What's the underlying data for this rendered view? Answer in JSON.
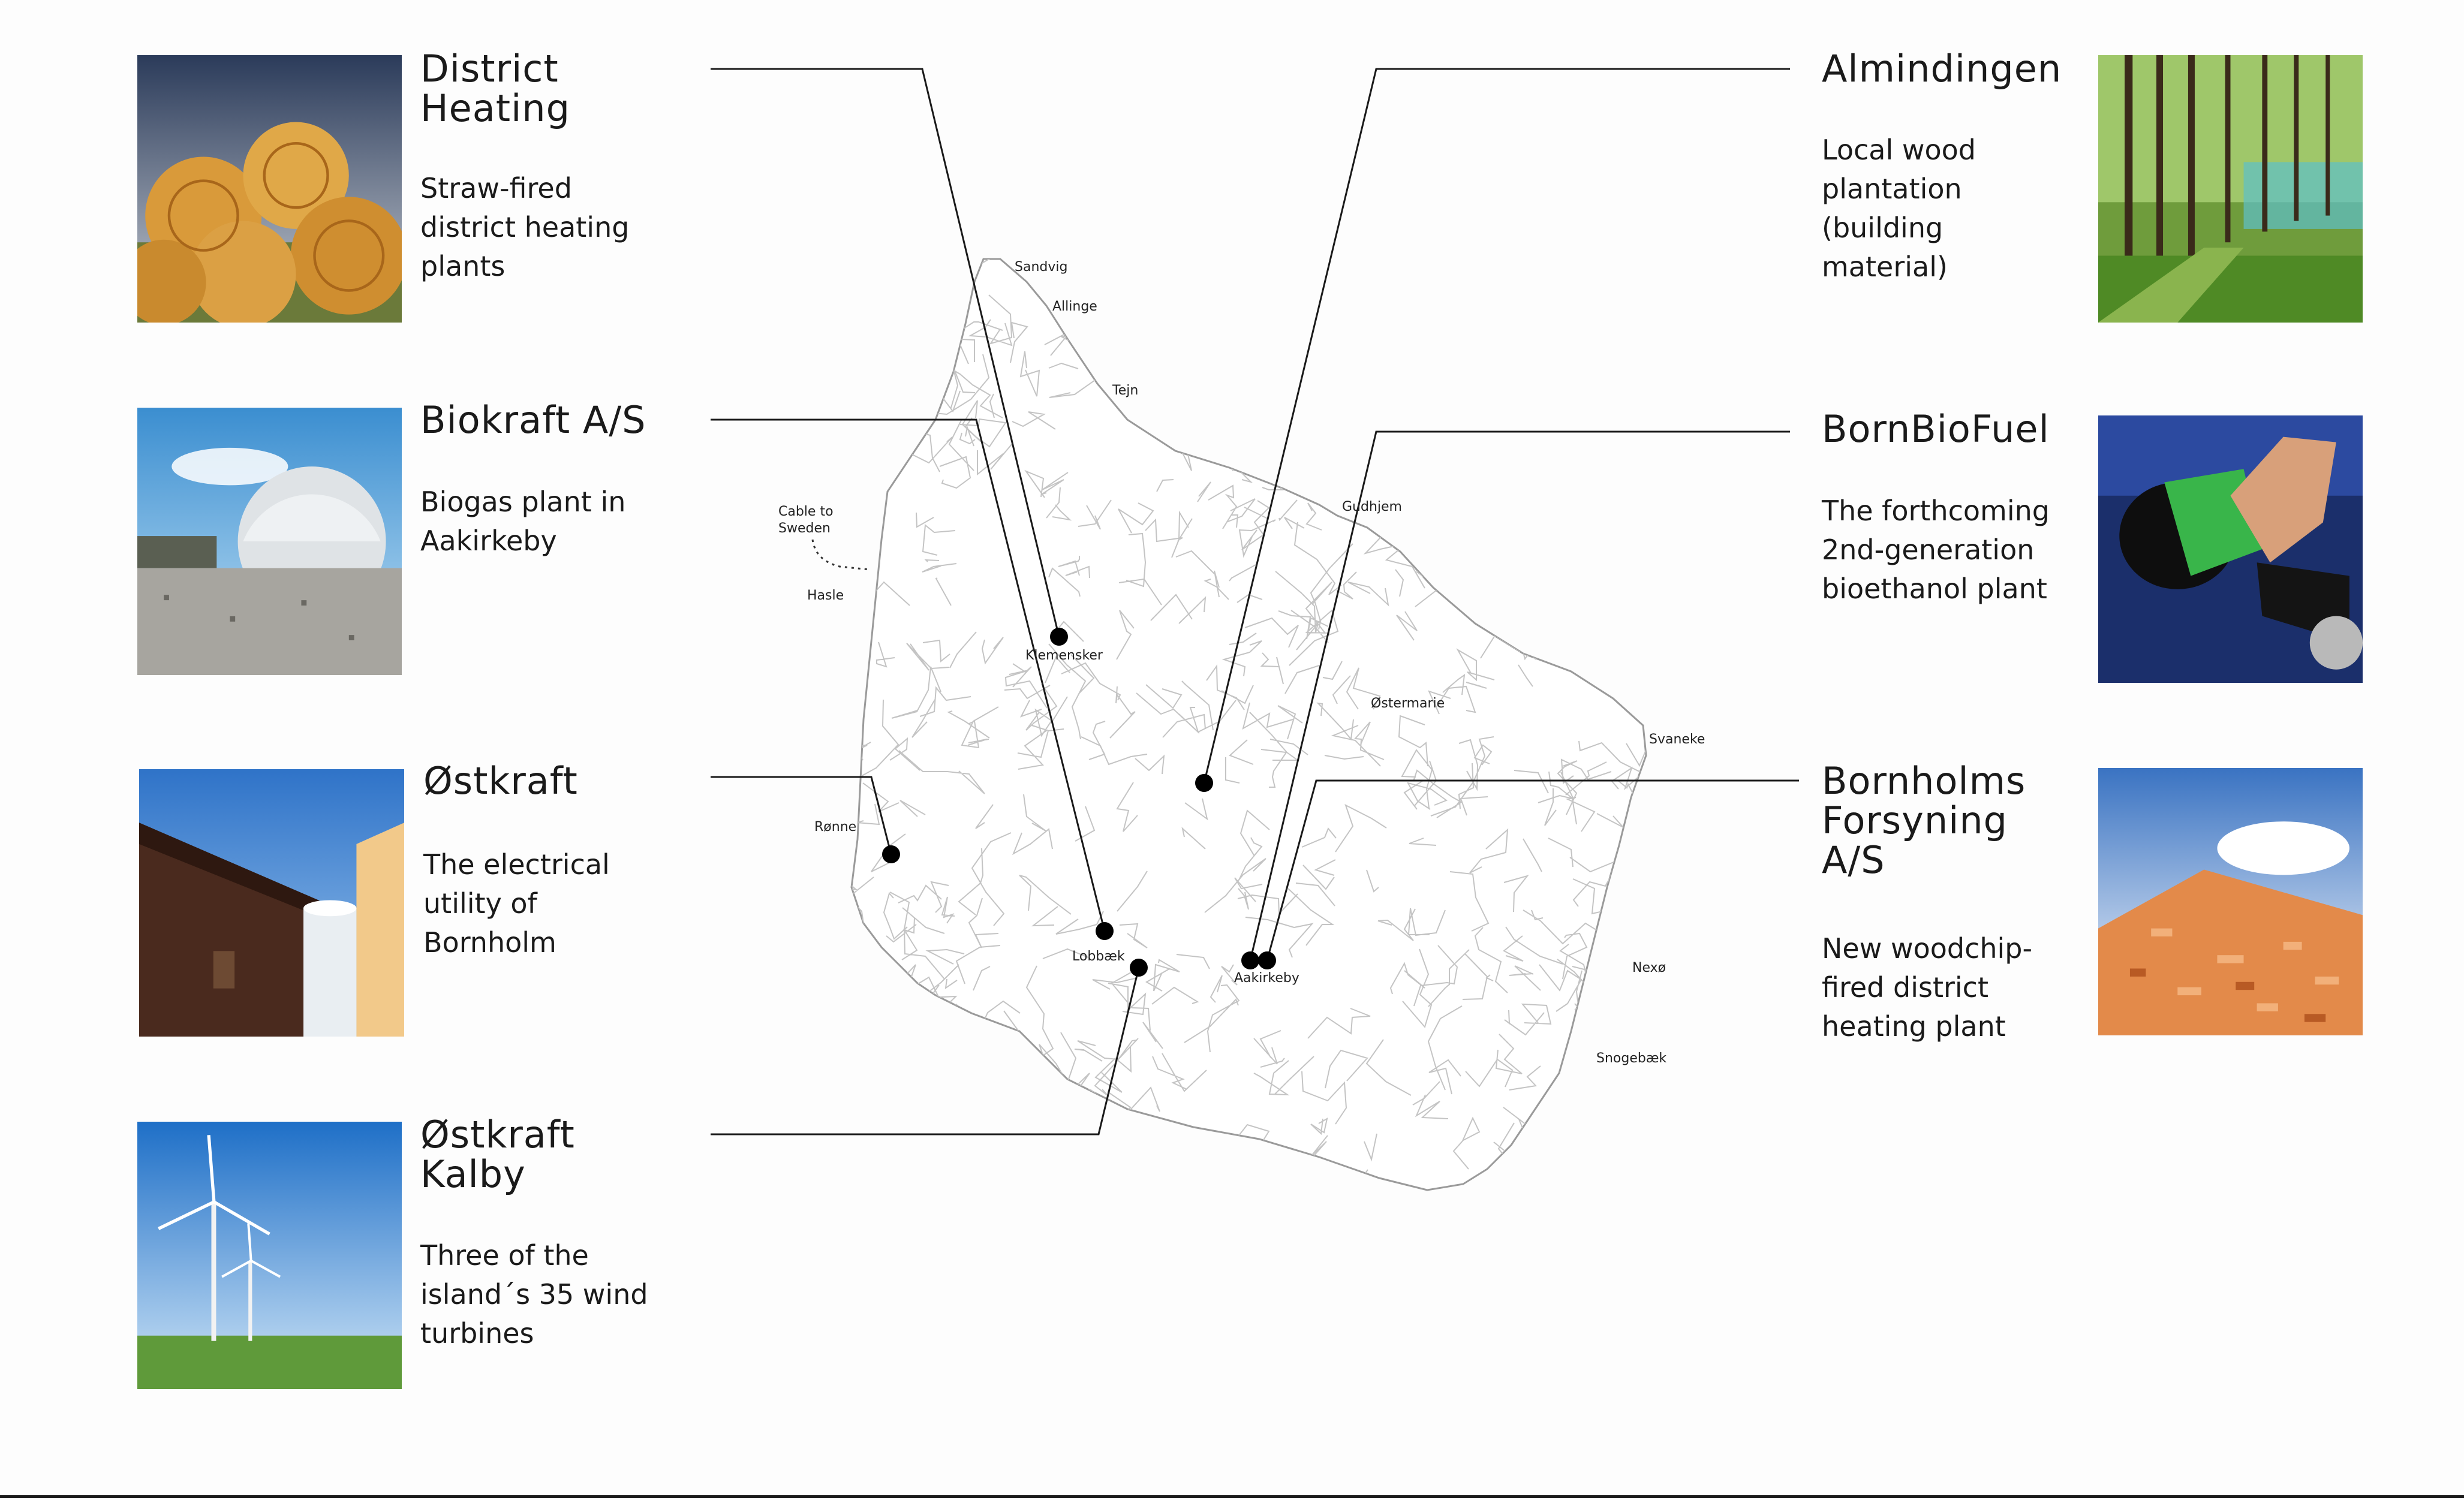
{
  "panels": {
    "district_heating": {
      "title_l1": "District",
      "title_l2": "Heating",
      "desc_l1": "Straw-fired",
      "desc_l2": "district heating",
      "desc_l3": "plants",
      "image": "straw-bales-photo"
    },
    "biokraft": {
      "title_l1": "Biokraft A/S",
      "desc_l1": "Biogas plant in",
      "desc_l2": "Aakirkeby",
      "image": "biogas-dome-photo"
    },
    "ostkraft": {
      "title_l1": "Østkraft",
      "desc_l1": "The electrical",
      "desc_l2": "utility of",
      "desc_l3": "Bornholm",
      "image": "utility-building-photo"
    },
    "ostkraft_kalby": {
      "title_l1": "Østkraft",
      "title_l2": "Kalby",
      "desc_l1": "Three of the",
      "desc_l2": "island´s 35 wind",
      "desc_l3": "turbines",
      "image": "wind-turbines-photo"
    },
    "almindingen": {
      "title_l1": "Almindingen",
      "desc_l1": "Local wood",
      "desc_l2": "plantation",
      "desc_l3": "(building",
      "desc_l4": "material)",
      "image": "forest-photo"
    },
    "bornbiofuel": {
      "title_l1": "BornBioFuel",
      "desc_l1": "The forthcoming",
      "desc_l2": "2nd-generation",
      "desc_l3": "bioethanol plant",
      "image": "fuel-nozzle-photo"
    },
    "bornholms_forsyning": {
      "title_l1": "Bornholms",
      "title_l2": "Forsyning",
      "title_l3": "A/S",
      "desc_l1": "New woodchip-",
      "desc_l2": "fired district",
      "desc_l3": "heating plant",
      "image": "woodchips-photo"
    }
  },
  "towns": {
    "sandvig": "Sandvig",
    "allinge": "Allinge",
    "tejn": "Tejn",
    "cable_l1": "Cable to",
    "cable_l2": "Sweden",
    "hasle": "Hasle",
    "gudhjem": "Gudhjem",
    "klemensker": "Klemensker",
    "ostermarie": "Østermarie",
    "svaneke": "Svaneke",
    "ronne": "Rønne",
    "lobbaek": "Lobbæk",
    "aakirkeby": "Aakirkeby",
    "nexo": "Nexø",
    "snogebaek": "Snogebæk"
  },
  "colors": {
    "marker": "#000000",
    "leader": "#1a1a1a",
    "roads": "#bdbdbd",
    "coast": "#9a9a9a"
  }
}
